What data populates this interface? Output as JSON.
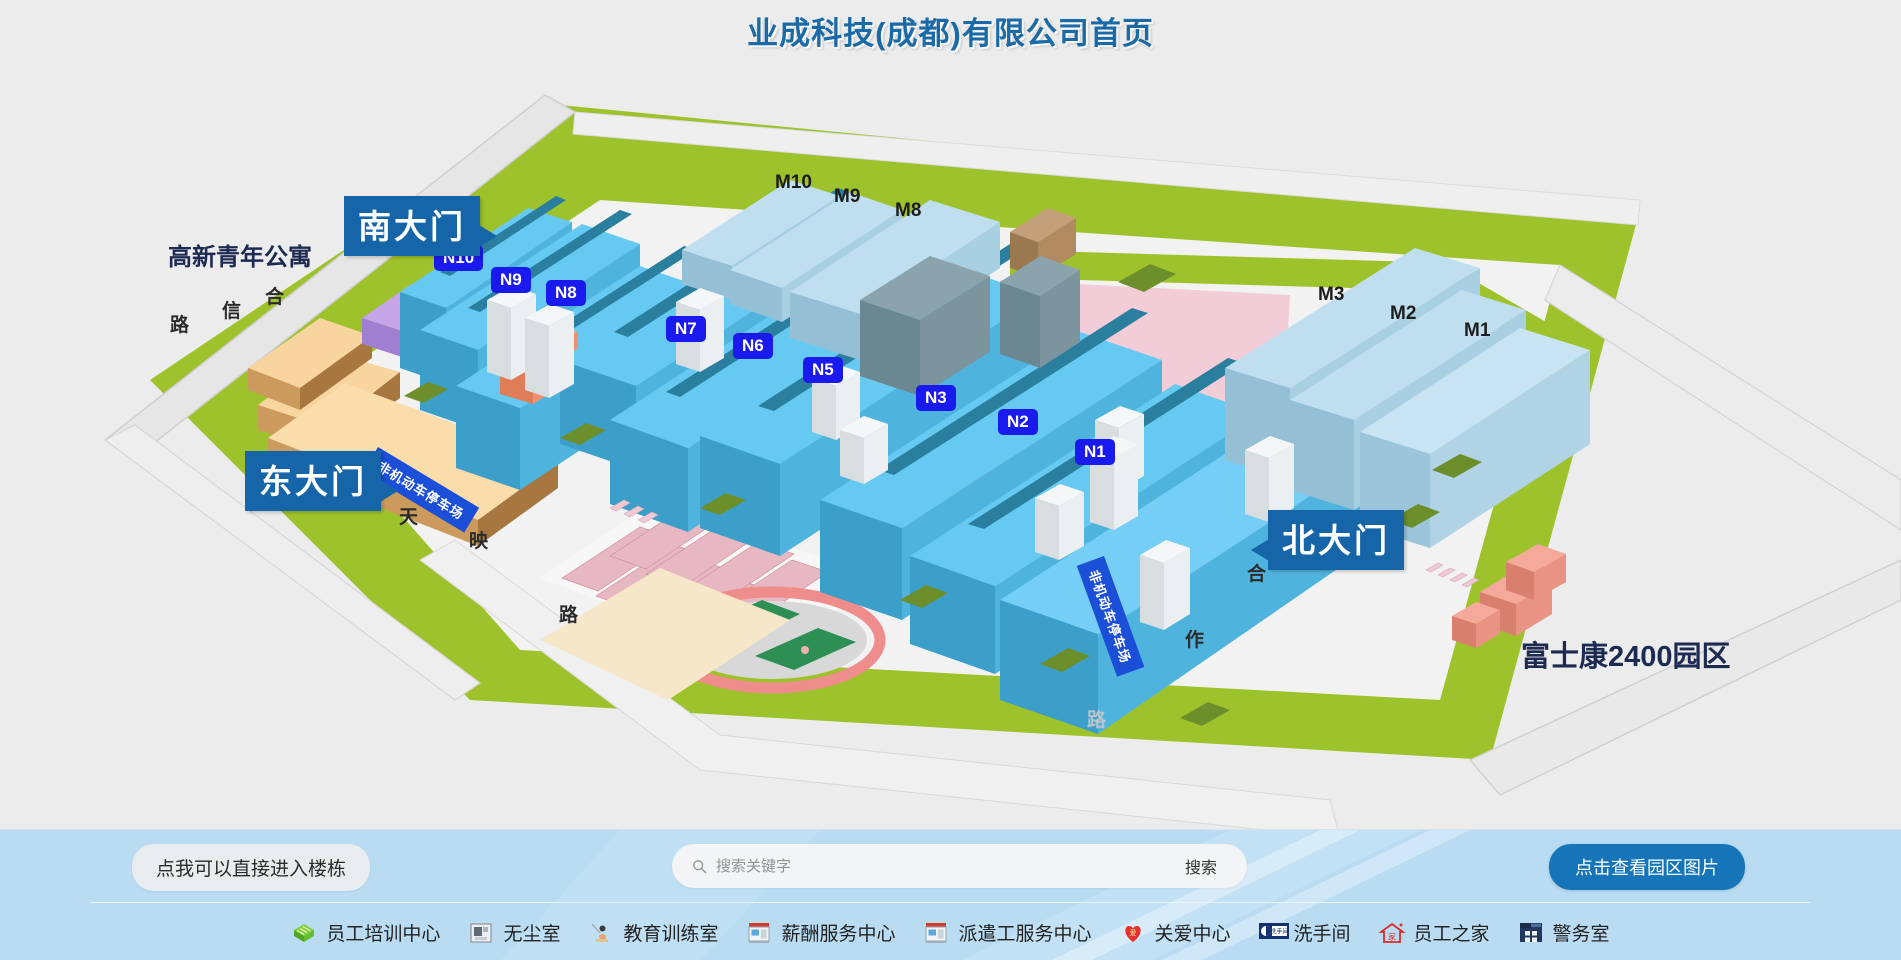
{
  "header": {
    "title": "业成科技(成都)有限公司首页"
  },
  "map": {
    "gates": [
      {
        "name": "south-gate",
        "label": "南大门"
      },
      {
        "name": "east-gate",
        "label": "东大门"
      },
      {
        "name": "north-gate",
        "label": "北大门"
      }
    ],
    "n_buildings": [
      {
        "label": "N10"
      },
      {
        "label": "N9"
      },
      {
        "label": "N8"
      },
      {
        "label": "N7"
      },
      {
        "label": "N6"
      },
      {
        "label": "N5"
      },
      {
        "label": "N3"
      },
      {
        "label": "N2"
      },
      {
        "label": "N1"
      }
    ],
    "m_buildings": [
      {
        "label": "M10"
      },
      {
        "label": "M9"
      },
      {
        "label": "M8"
      },
      {
        "label": "M3"
      },
      {
        "label": "M2"
      },
      {
        "label": "M1"
      }
    ],
    "places": [
      {
        "name": "youth-apartment",
        "label": "高新青年公寓"
      },
      {
        "name": "foxconn-park",
        "label": "富士康2400园区"
      }
    ],
    "roads": [
      {
        "name": "hexin-road-lu",
        "label": "路"
      },
      {
        "name": "hexin-road-xin",
        "label": "信"
      },
      {
        "name": "hexin-road-he",
        "label": "合"
      },
      {
        "name": "tianying-road-tian",
        "label": "天"
      },
      {
        "name": "tianying-road-ying",
        "label": "映"
      },
      {
        "name": "tianying-road-lu",
        "label": "路"
      },
      {
        "name": "hezuo-road-he",
        "label": "合"
      },
      {
        "name": "hezuo-road-zuo",
        "label": "作"
      },
      {
        "name": "hezuo-road-lu",
        "label": "路"
      }
    ],
    "parking_labels": [
      {
        "name": "west-bike-parking",
        "label": "非机动车停车场"
      },
      {
        "name": "south-bike-parking",
        "label": "非机动车停车场"
      }
    ]
  },
  "toolbar": {
    "enter_building_label": "点我可以直接进入楼栋",
    "search": {
      "placeholder": "搜索关键字",
      "value": "",
      "button_label": "搜索",
      "icon": "search-icon"
    },
    "view_photos_label": "点击查看园区图片"
  },
  "poi_bar": {
    "items": [
      {
        "name": "employee-training-center",
        "label": "员工培训中心",
        "icon": "training-center-icon"
      },
      {
        "name": "cleanroom",
        "label": "无尘室",
        "icon": "cleanroom-icon"
      },
      {
        "name": "education-training-room",
        "label": "教育训练室",
        "icon": "education-room-icon"
      },
      {
        "name": "salary-service-center",
        "label": "薪酬服务中心",
        "icon": "service-counter-icon"
      },
      {
        "name": "dispatch-service-center",
        "label": "派遣工服务中心",
        "icon": "service-counter-icon"
      },
      {
        "name": "care-center",
        "label": "关爱中心",
        "icon": "care-center-icon"
      },
      {
        "name": "restroom",
        "label": "洗手间",
        "icon": "restroom-icon"
      },
      {
        "name": "employee-home",
        "label": "员工之家",
        "icon": "employee-home-icon"
      },
      {
        "name": "police-room",
        "label": "警务室",
        "icon": "police-room-icon"
      }
    ]
  },
  "colors": {
    "title": "#1b6aa8",
    "gate_badge": "#1565a8",
    "n_badge": "#1a1aee",
    "accent_button": "#1575b8",
    "bottom_bar": "#b9dcf3",
    "grass": "#9ec22b",
    "road": "#e9e9e9",
    "building_blue": "#5bc0ee",
    "building_lightblue": "#bcdced",
    "plaza_pink": "#f2cdd8"
  }
}
